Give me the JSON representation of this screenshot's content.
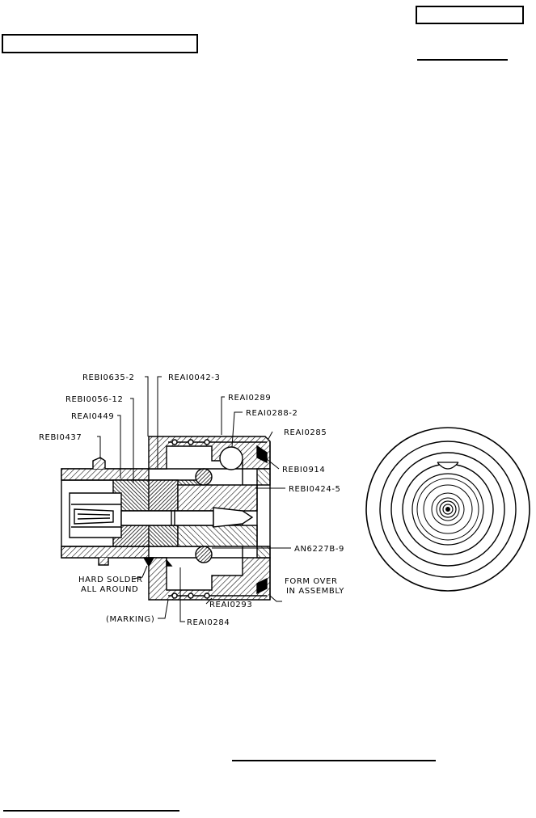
{
  "header": {
    "box_right_text": "",
    "box_left_text": ""
  },
  "callouts": {
    "reb10635": "REBI0635-2",
    "rea10042": "REAI0042-3",
    "reb10056": "REBI0056-12",
    "rea10289": "REAI0289",
    "rea10288": "REAI0288-2",
    "rea10449": "REAI0449",
    "rea10285": "REAI0285",
    "reb10437": "REBI0437",
    "reb10914": "REBI0914",
    "reb10424": "REBI0424-5",
    "an6227": "AN6227B-9",
    "hard_solder_1": "HARD SOLDER",
    "hard_solder_2": "ALL AROUND",
    "form_over_1": "FORM OVER",
    "form_over_2": "IN ASSEMBLY",
    "marking": "(MARKING)",
    "rea10293": "REAI0293",
    "rea10284": "REAI0284"
  },
  "colors": {
    "ink": "#000000",
    "paper": "#ffffff"
  }
}
